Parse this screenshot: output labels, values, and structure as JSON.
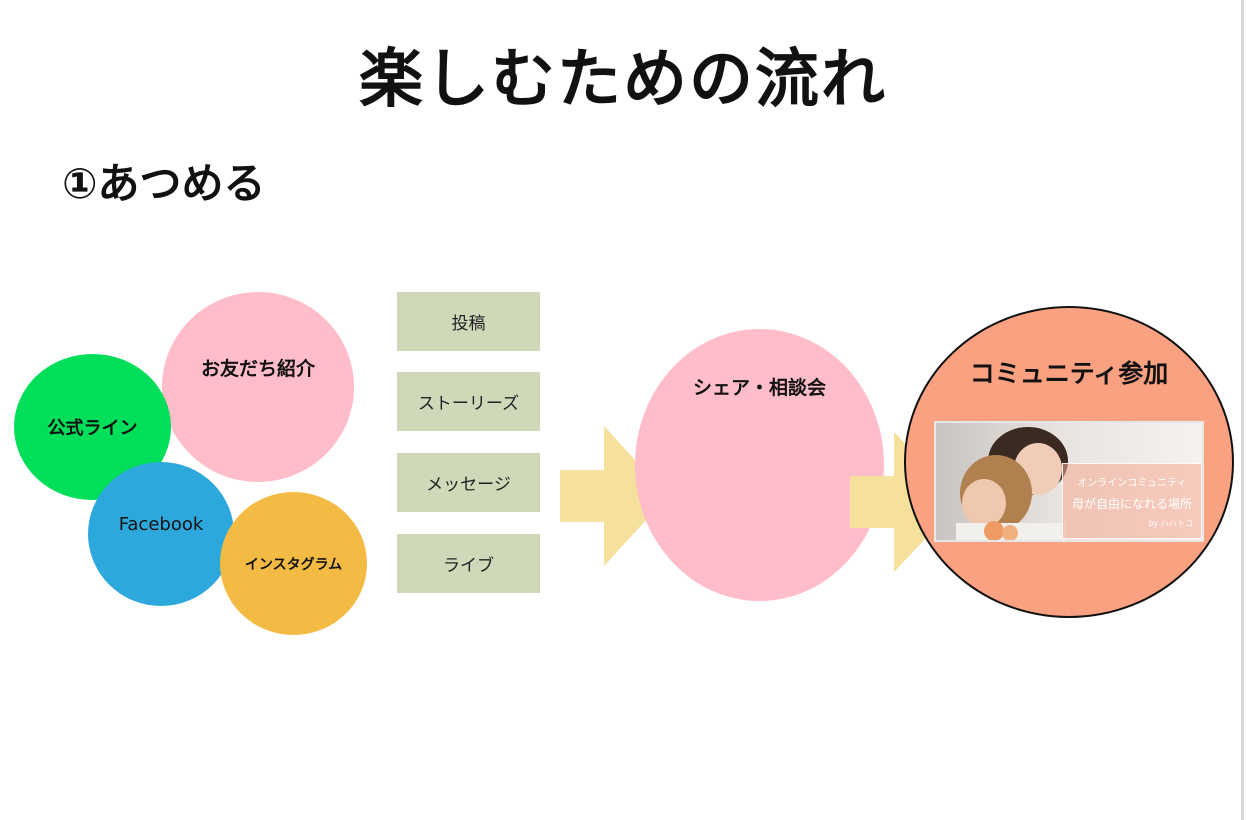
{
  "title": "楽しむための流れ",
  "subtitle": "①あつめる",
  "sources": {
    "friends": "お友だち紹介",
    "line": "公式ライン",
    "facebook": "Facebook",
    "instagram": "インスタグラム"
  },
  "actions": [
    "投稿",
    "ストーリーズ",
    "メッセージ",
    "ライブ"
  ],
  "share": "シェア・相談会",
  "community": {
    "label": "コミュニティ参加",
    "banner": {
      "line1": "オンラインコミュニティ",
      "line2": "母が自由になれる場所",
      "line3": "by ハハトコ"
    }
  },
  "colors": {
    "pink": "#ffbcc9",
    "green": "#00de5a",
    "blue": "#2da8dc",
    "orange": "#f3bb44",
    "box": "#d0d8ba",
    "arrow": "#f5e19c",
    "salmon": "#f9a180"
  }
}
